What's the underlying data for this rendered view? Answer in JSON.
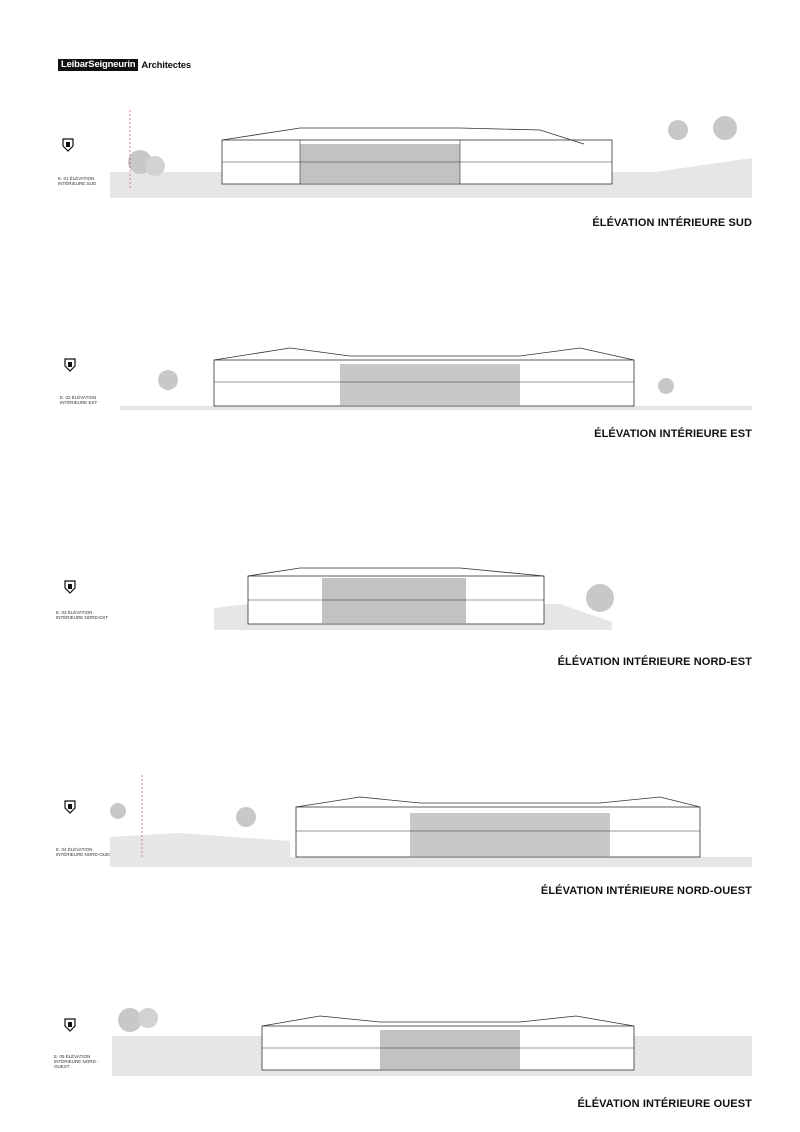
{
  "brand": {
    "box": "LeibarSeigneurin",
    "suffix": "Architectes"
  },
  "elevations": [
    {
      "title": "ÉLÉVATION INTÉRIEURE SUD",
      "caption": "E. 01 ÉLÉVATION INTÉRIEURE SUD"
    },
    {
      "title": "ÉLÉVATION INTÉRIEURE EST",
      "caption": "E. 02 ÉLÉVATION INTÉRIEURE EST"
    },
    {
      "title": "ÉLÉVATION INTÉRIEURE NORD-EST",
      "caption": "E. 03 ÉLÉVATION INTÉRIEURE NORD-EST"
    },
    {
      "title": "ÉLÉVATION INTÉRIEURE NORD-OUEST",
      "caption": "E. 04 ÉLÉVATION INTÉRIEURE NORD-OUEST"
    },
    {
      "title": "ÉLÉVATION INTÉRIEURE OUEST",
      "caption": "E. 05 ÉLÉVATION INTÉRIEURE NORD - OUEST"
    }
  ],
  "colors": {
    "line": "#333333",
    "ground": "#e6e6e6",
    "facade": "#9a9a9a",
    "tree": "#bdbdbd"
  }
}
